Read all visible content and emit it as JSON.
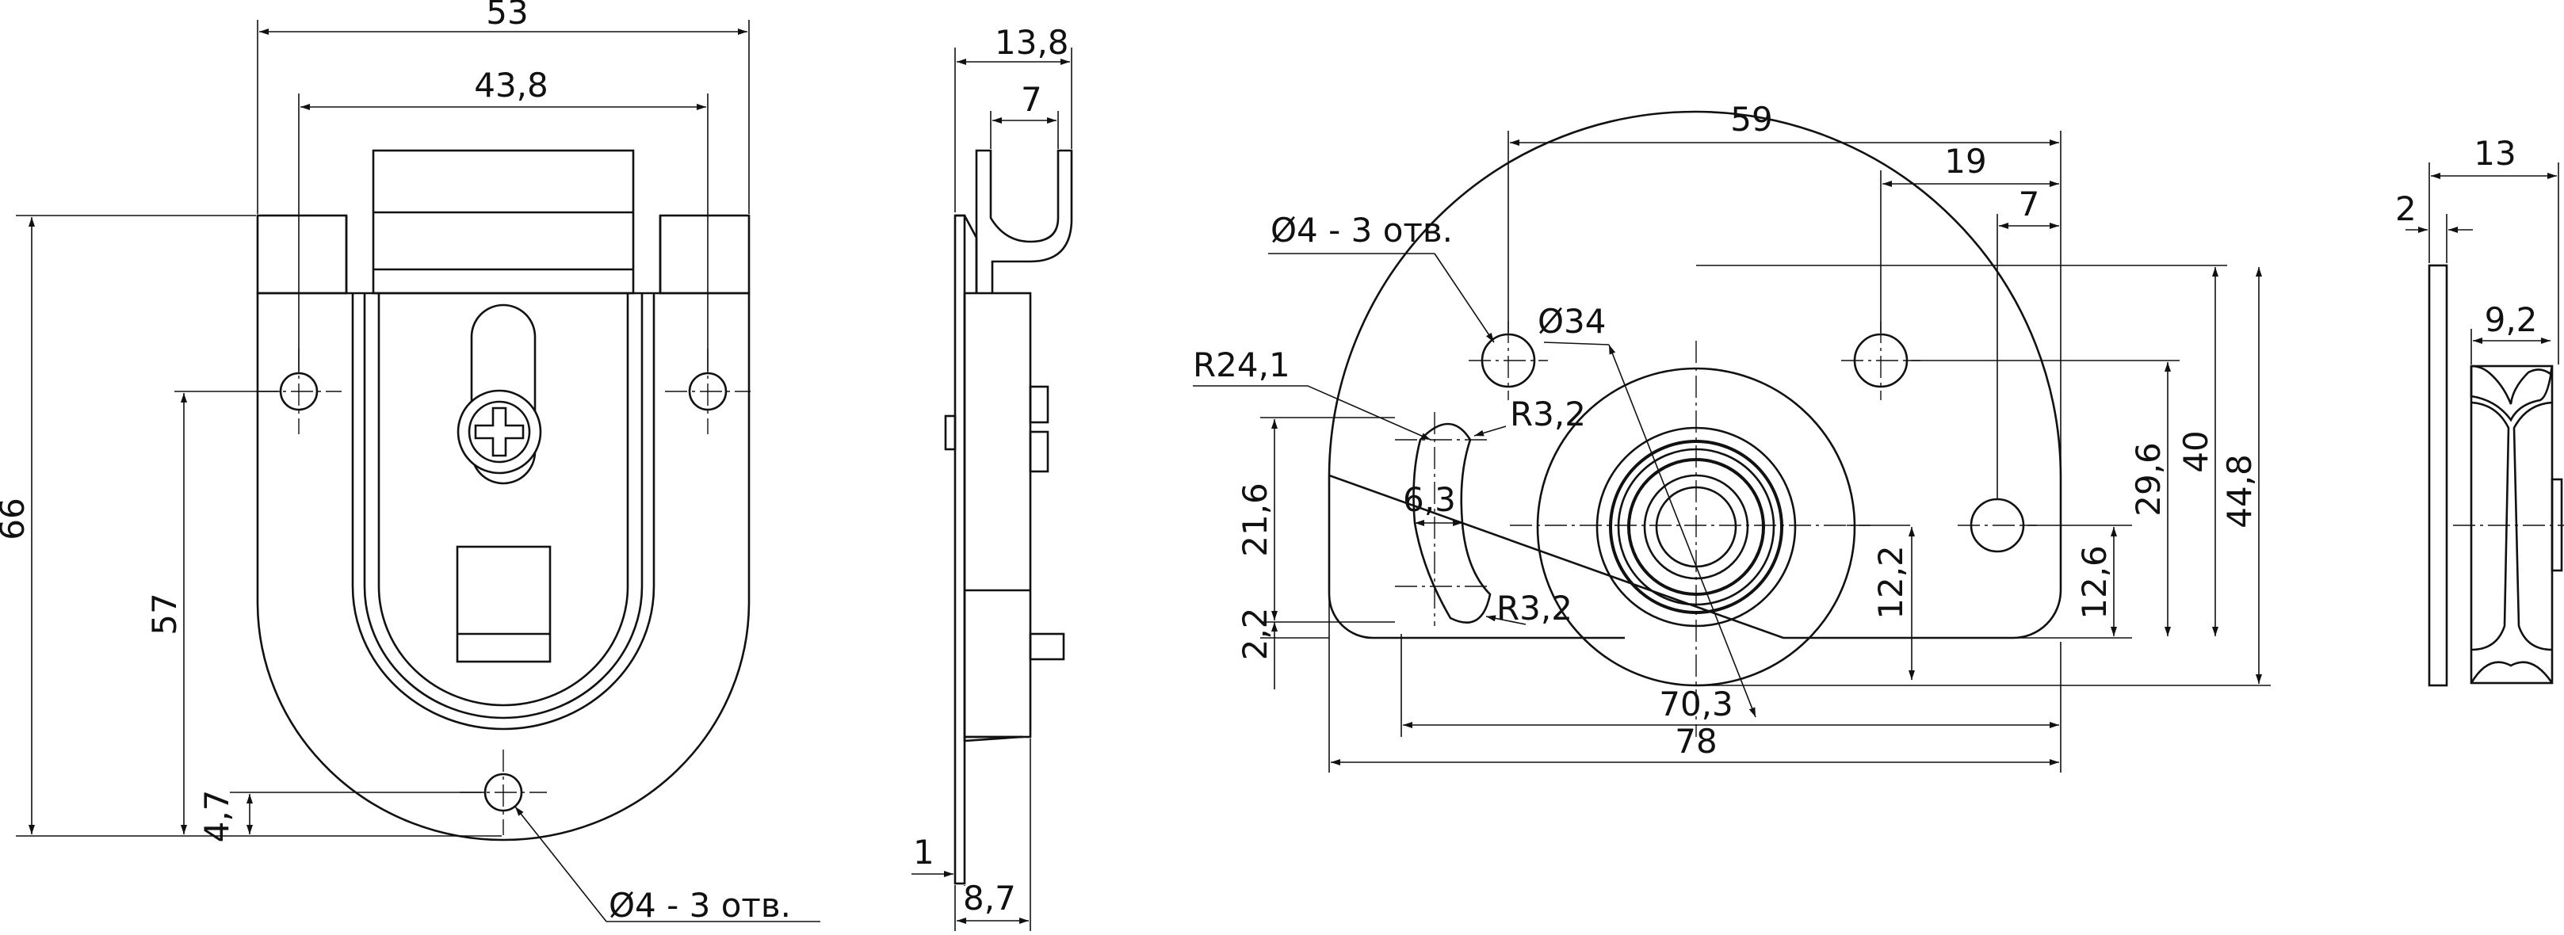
{
  "views": {
    "front": {
      "name": "front-view",
      "dims": {
        "w53": "53",
        "w438": "43,8",
        "h66": "66",
        "h57": "57",
        "h47": "4,7",
        "holes_note": "Ø4 - 3 отв."
      }
    },
    "side": {
      "name": "side-view",
      "dims": {
        "w138": "13,8",
        "w7": "7",
        "t1": "1",
        "t87": "8,7"
      }
    },
    "plate": {
      "name": "plate-view",
      "dims": {
        "w59": "59",
        "w19": "19",
        "w7": "7",
        "holes_note": "Ø4 - 3 отв.",
        "d34": "Ø34",
        "r241": "R24,1",
        "r32a": "R3,2",
        "r32b": "R3,2",
        "w63": "6,3",
        "h216": "21,6",
        "h22": "2,2",
        "h122": "12,2",
        "h126": "12,6",
        "h296": "29,6",
        "h40": "40",
        "h448": "44,8",
        "w703": "70,3",
        "w78": "78"
      }
    },
    "wheel": {
      "name": "wheel-view",
      "dims": {
        "w13": "13",
        "w2": "2",
        "w92": "9,2"
      }
    }
  }
}
